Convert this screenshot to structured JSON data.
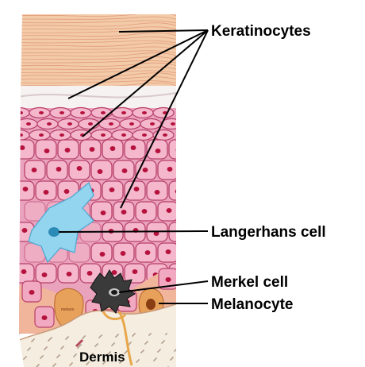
{
  "labels": {
    "keratinocytes": "Keratinocytes",
    "langerhans": "Langerhans cell",
    "merkel": "Merkel cell",
    "melanocyte": "Melanocyte",
    "dermis": "Dermis"
  },
  "colors": {
    "stratum_corneum": "#f2c7a6",
    "stratum_corneum_lines": "#d9876a",
    "keratinocyte_fill": "#f4b7cc",
    "keratinocyte_edge": "#b8406a",
    "nucleus": "#b5123d",
    "langerhans": "#8fd3ee",
    "melanocyte": "#e9a35c",
    "merkel": "#2e2e2e",
    "dermis": "#f3ecde",
    "leader_line": "#000000"
  }
}
